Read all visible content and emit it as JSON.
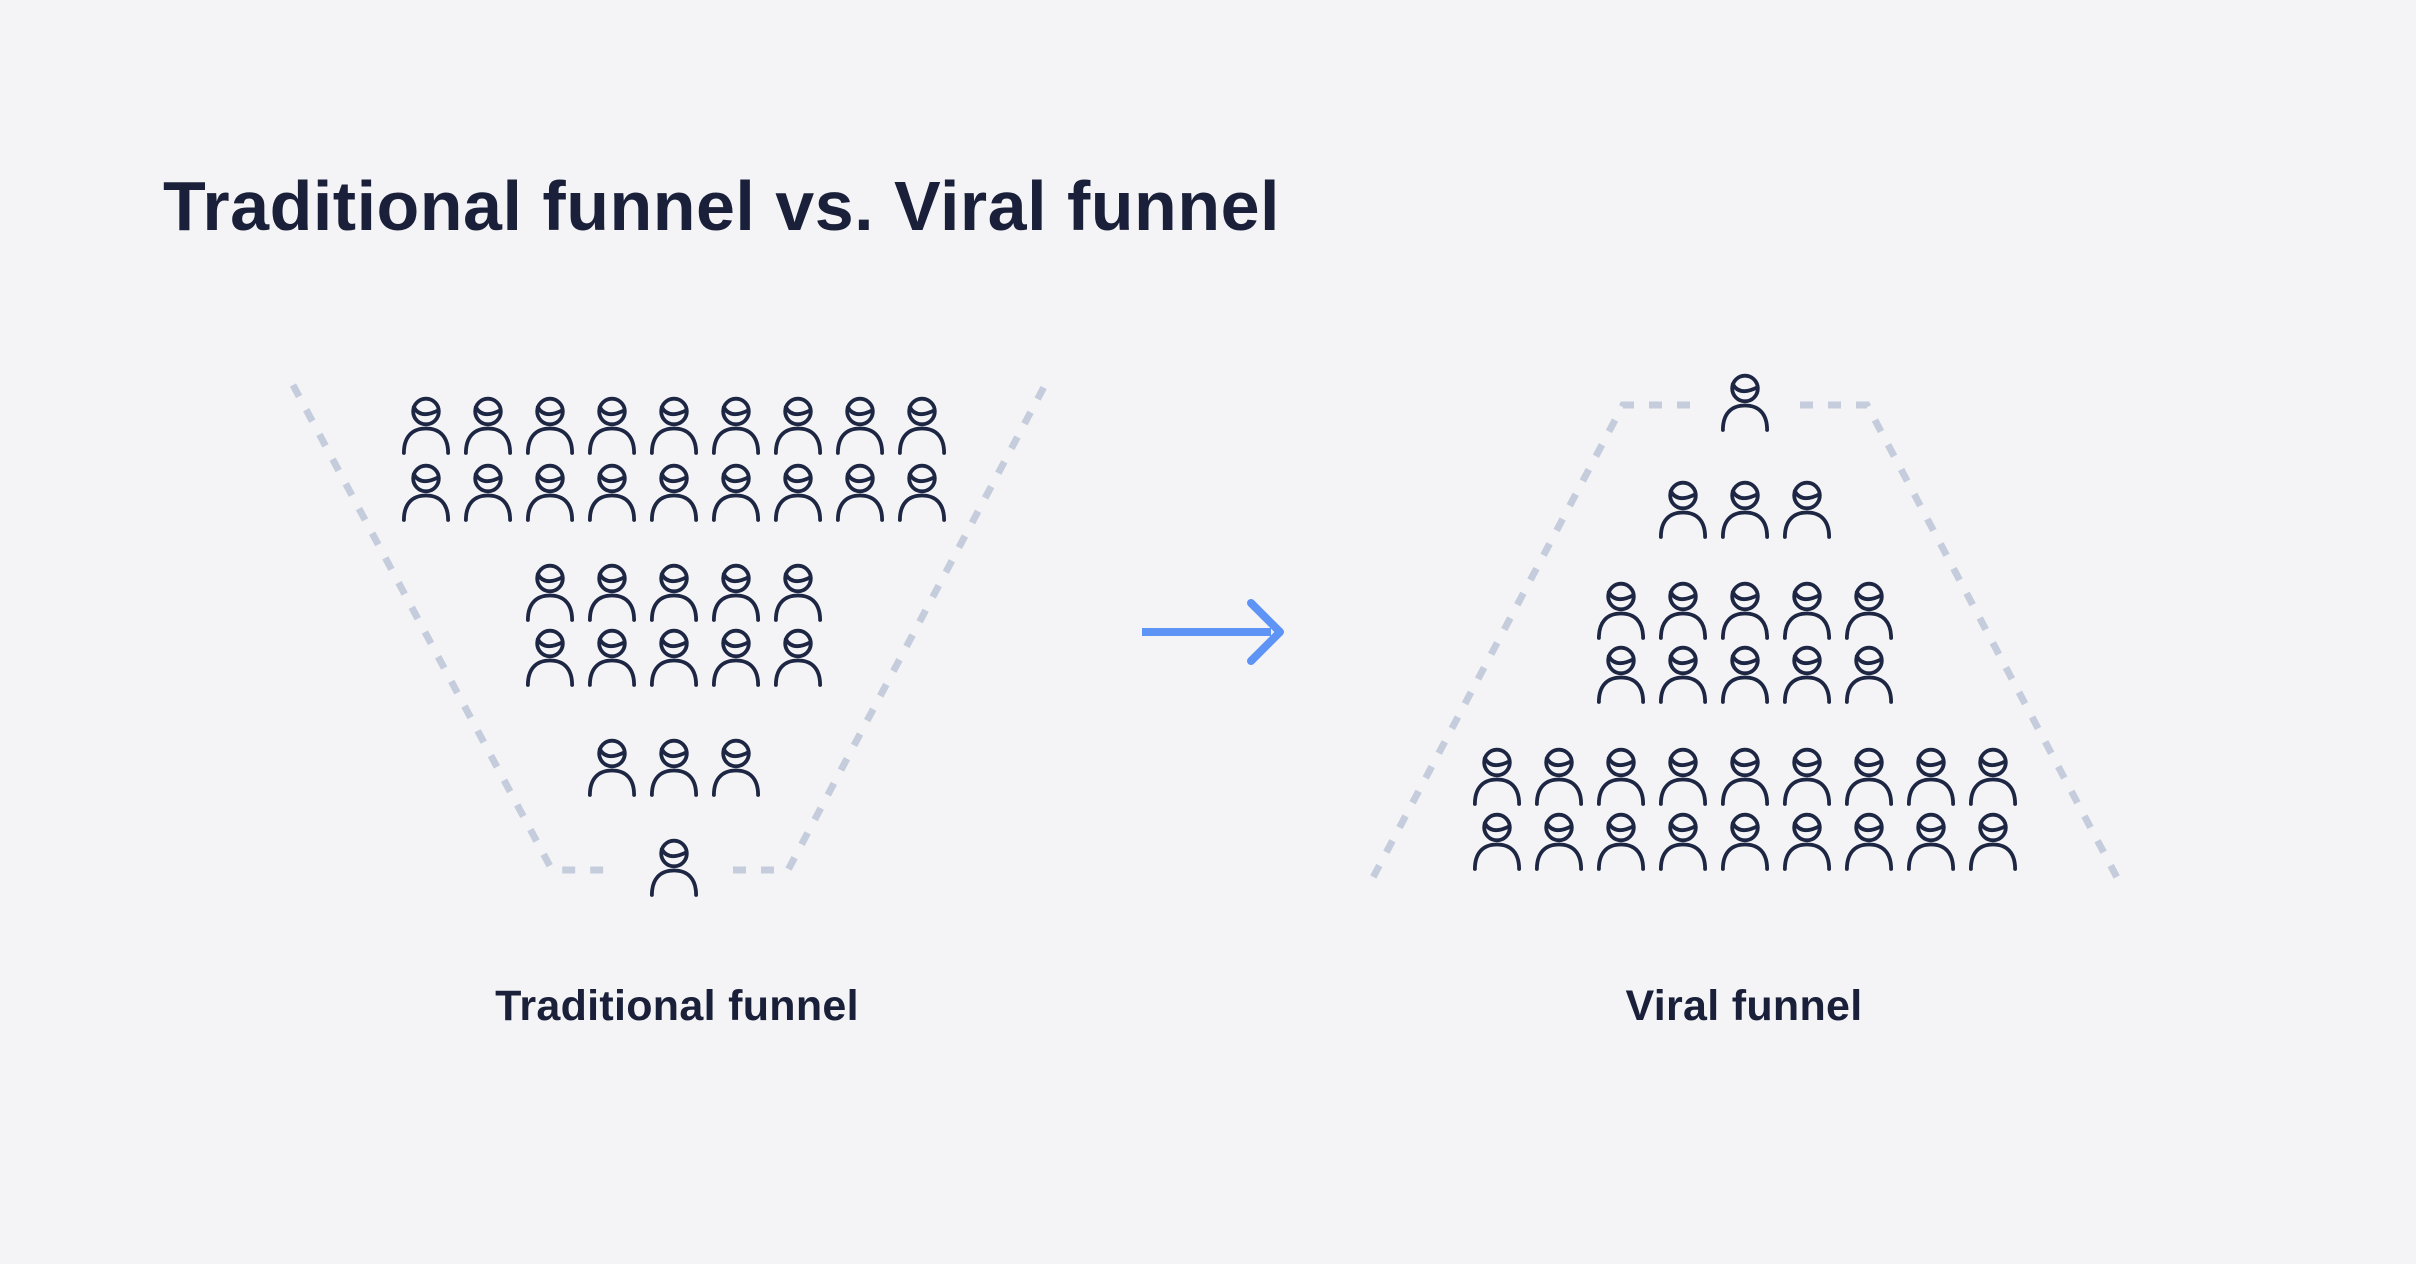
{
  "title": "Traditional funnel vs. Viral funnel",
  "colors": {
    "background": "#f4f4f6",
    "person": "#1d2643",
    "funnel_outline": "#c5cddd",
    "arrow": "#5e94f5",
    "text": "#1a2039"
  },
  "chart_data": {
    "type": "pictogram-funnel-comparison",
    "funnels": [
      {
        "id": "traditional",
        "label": "Traditional funnel",
        "direction": "narrowing-downward",
        "stage_rows": [
          [
            9,
            9
          ],
          [
            5,
            5
          ],
          [
            3
          ],
          [
            1
          ]
        ],
        "stage_totals": [
          18,
          10,
          3,
          1
        ],
        "total_people": 32
      },
      {
        "id": "viral",
        "label": "Viral funnel",
        "direction": "widening-downward",
        "stage_rows": [
          [
            1
          ],
          [
            3
          ],
          [
            5,
            5
          ],
          [
            9,
            9
          ]
        ],
        "stage_totals": [
          1,
          3,
          10,
          18
        ],
        "total_people": 32
      }
    ]
  }
}
